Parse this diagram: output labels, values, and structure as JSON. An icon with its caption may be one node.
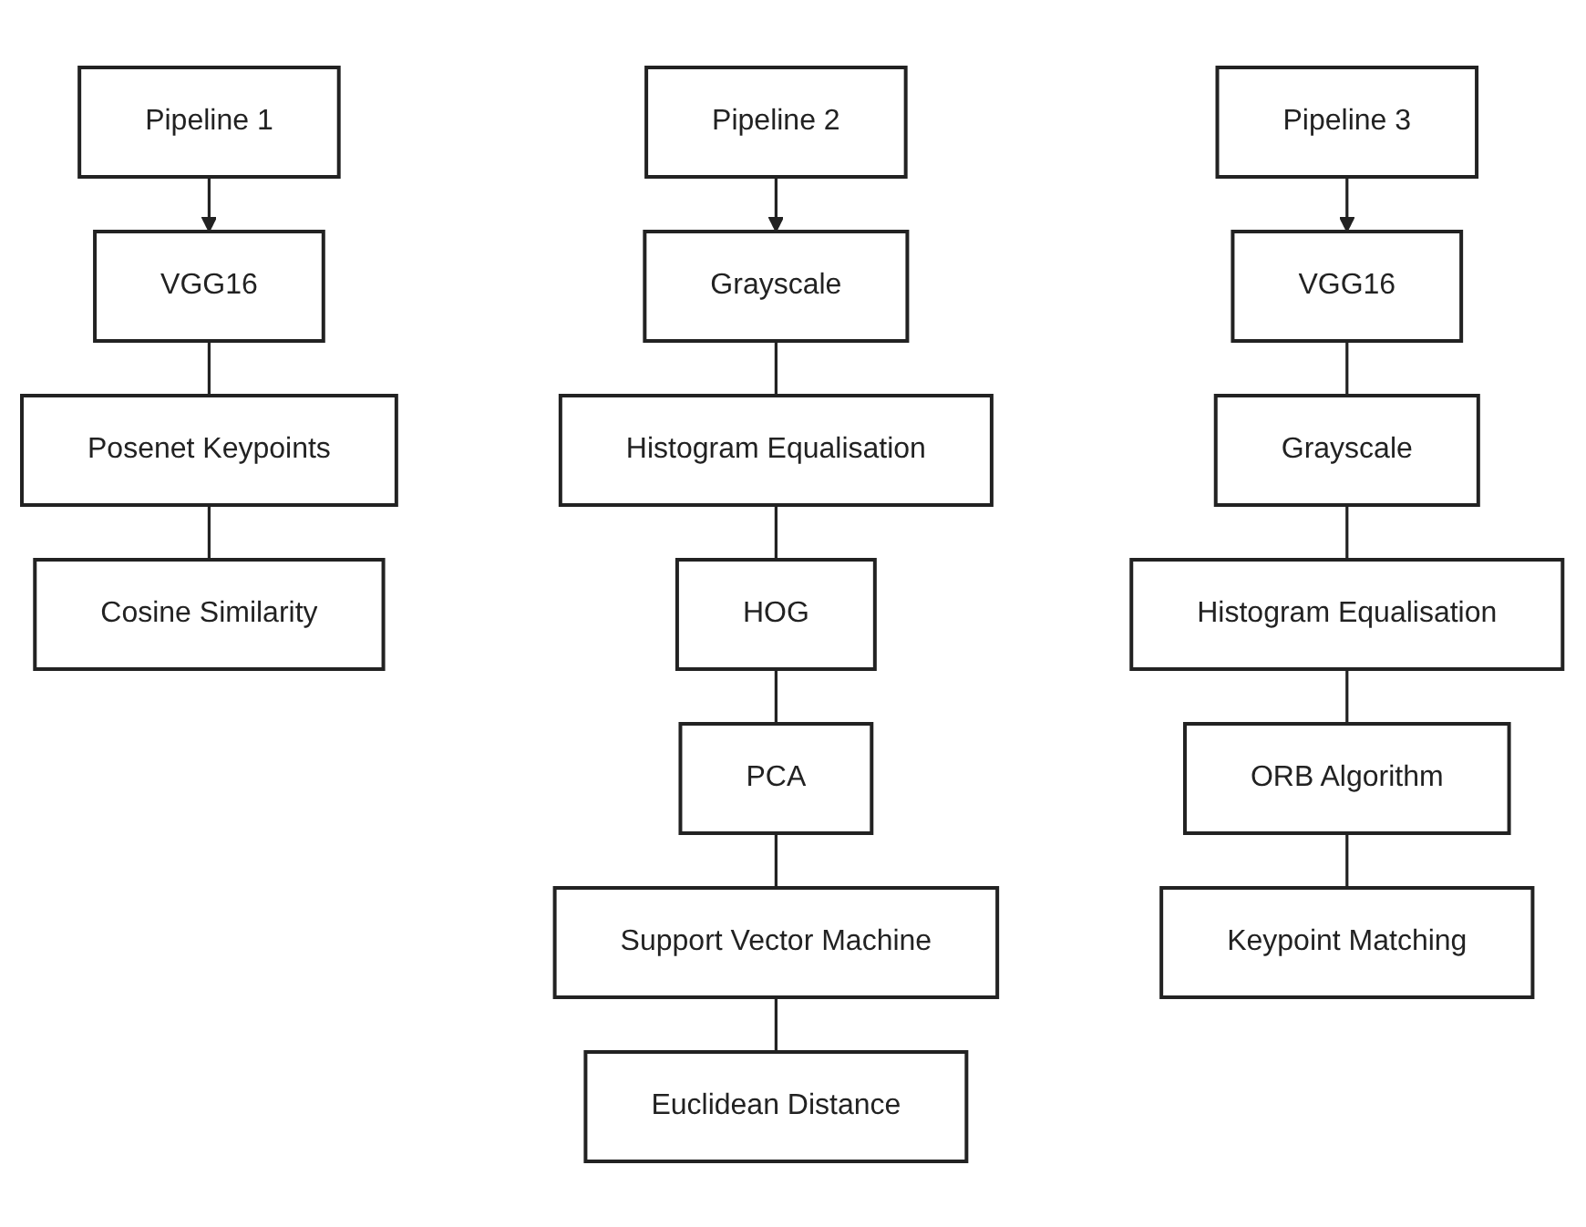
{
  "diagram": {
    "nodes": [
      {
        "text": [
          "Pipeline 1"
        ]
      },
      {
        "text": [
          "VGG16"
        ]
      },
      {
        "text": [
          "Posenet Keypoints"
        ]
      },
      {
        "text": [
          "Cosine Similarity"
        ]
      },
      {
        "text": [
          "Pipeline 2"
        ]
      },
      {
        "text": [
          "Grayscale"
        ]
      },
      {
        "text": [
          "Histogram Equalisation"
        ]
      },
      {
        "text": [
          "HOG"
        ]
      },
      {
        "text": [
          "PCA"
        ]
      },
      {
        "text": [
          "Support Vector Machine"
        ]
      },
      {
        "text": [
          "Euclidean Distance"
        ]
      },
      {
        "text": [
          "Pipeline 3"
        ]
      },
      {
        "text": [
          "VGG16"
        ]
      },
      {
        "text": [
          "Grayscale"
        ]
      },
      {
        "text": [
          "Histogram Equalisation"
        ]
      },
      {
        "text": [
          "ORB Algorithm"
        ]
      },
      {
        "text": [
          "Keypoint Matching"
        ]
      }
    ],
    "edges": [
      {
        "from": 0,
        "to": 1,
        "arrow": "to"
      },
      {
        "from": 1,
        "to": 2,
        "arrow": "none"
      },
      {
        "from": 2,
        "to": 3,
        "arrow": "none"
      },
      {
        "from": 4,
        "to": 5,
        "arrow": "to"
      },
      {
        "from": 5,
        "to": 6,
        "arrow": "none"
      },
      {
        "from": 6,
        "to": 7,
        "arrow": "none"
      },
      {
        "from": 7,
        "to": 8,
        "arrow": "none"
      },
      {
        "from": 8,
        "to": 9,
        "arrow": "none"
      },
      {
        "from": 9,
        "to": 10,
        "arrow": "none"
      },
      {
        "from": 11,
        "to": 12,
        "arrow": "to"
      },
      {
        "from": 12,
        "to": 13,
        "arrow": "none"
      },
      {
        "from": 13,
        "to": 14,
        "arrow": "none"
      },
      {
        "from": 14,
        "to": 15,
        "arrow": "none"
      },
      {
        "from": 15,
        "to": 16,
        "arrow": "none"
      }
    ]
  }
}
